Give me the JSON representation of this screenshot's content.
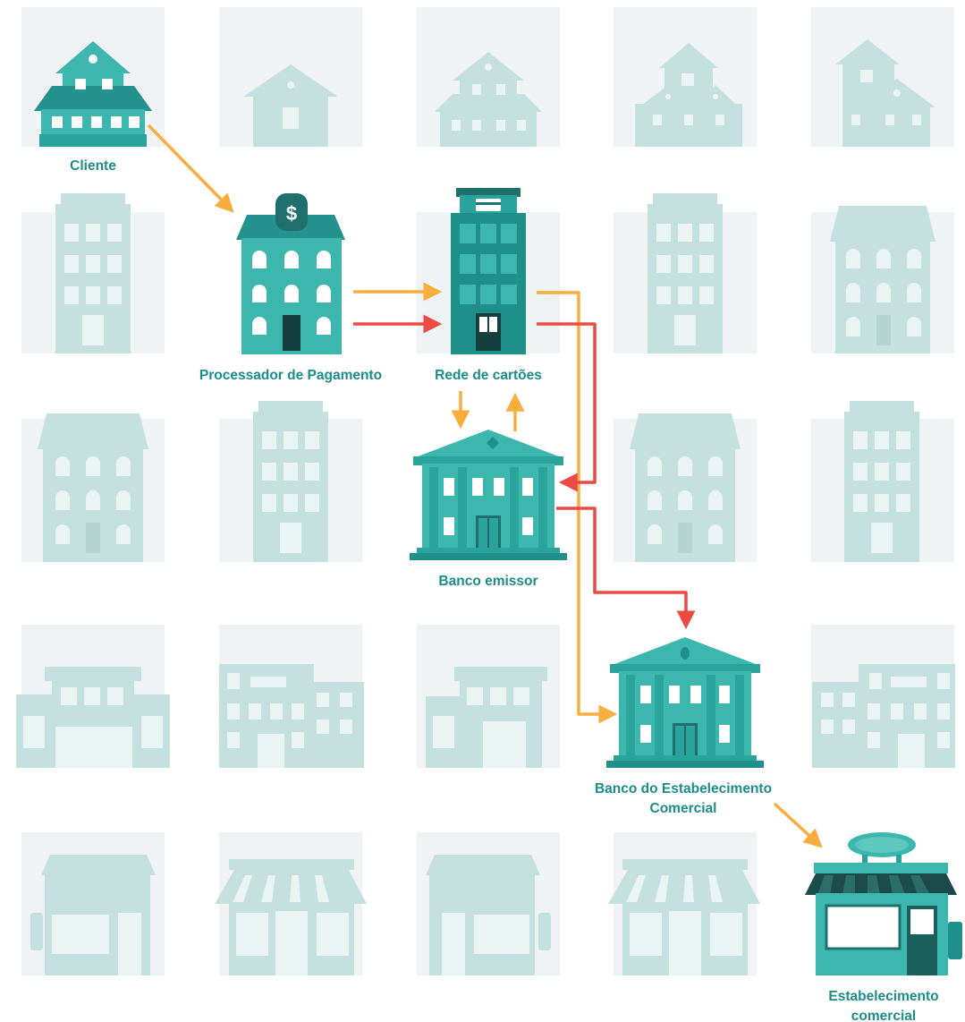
{
  "nodes": {
    "cliente": "Cliente",
    "processador": "Processador de Pagamento",
    "rede": "Rede de cartões",
    "banco_emissor": "Banco emissor",
    "banco_estab_line1": "Banco do Estabelecimento",
    "banco_estab_line2": "Comercial",
    "estab_line1": "Estabelecimento",
    "estab_line2": "comercial"
  },
  "icons": {
    "dollar_sign": "$"
  },
  "colors": {
    "teal": "#3db6ae",
    "teal_dark": "#1f8f89",
    "faded": "#c4e1df",
    "faded_bg": "#eff3f3",
    "orange_arrow": "#f8ad3e",
    "red_arrow": "#ec4a45",
    "label": "#1b8c89"
  }
}
